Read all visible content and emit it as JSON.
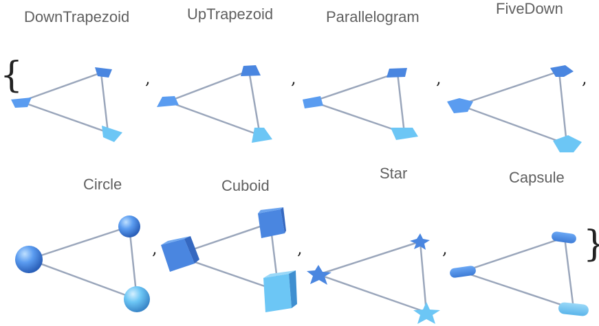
{
  "list": {
    "open_brace": "{",
    "close_brace": "}",
    "separator": ","
  },
  "items": [
    {
      "label": "DownTrapezoid",
      "shape": "down-trapezoid"
    },
    {
      "label": "UpTrapezoid",
      "shape": "up-trapezoid"
    },
    {
      "label": "Parallelogram",
      "shape": "parallelogram"
    },
    {
      "label": "FiveDown",
      "shape": "pentagon-down"
    },
    {
      "label": "Circle",
      "shape": "sphere"
    },
    {
      "label": "Cuboid",
      "shape": "cube"
    },
    {
      "label": "Star",
      "shape": "star"
    },
    {
      "label": "Capsule",
      "shape": "capsule"
    }
  ],
  "colors": {
    "edge": "#9aa6bb",
    "vertex_dark": "#4a86e0",
    "vertex_mid": "#5a9cf0",
    "vertex_light": "#6cc6f5",
    "label": "#5f5f5f"
  }
}
